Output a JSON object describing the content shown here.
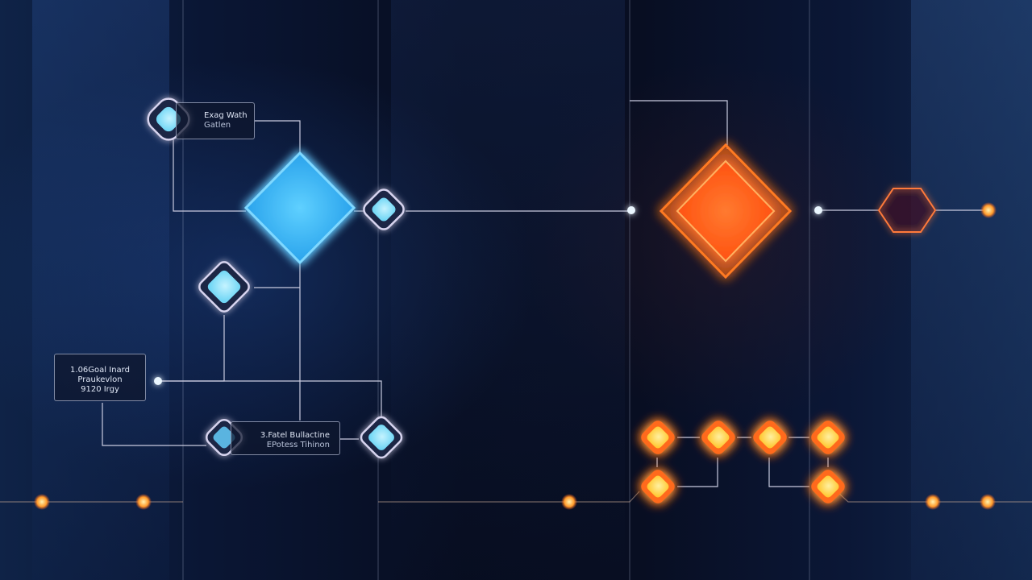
{
  "labels": {
    "top": {
      "line1": "Exag Wath",
      "line2": "Gatlen"
    },
    "left": {
      "line1": "1.06Goal Inard",
      "line2": "Praukevlon",
      "line3": "9120 Irgy"
    },
    "bottom": {
      "line1": "3.Fatel Bullactine",
      "line2": "EPotess Tihinon"
    }
  },
  "colors": {
    "background": "#0a1226",
    "blue_glow": "#38b6ff",
    "orange_glow": "#ff5a1a",
    "node_cyan": "#8fe6ff",
    "node_yellow": "#ffd24a",
    "line": "#c9cbe0"
  }
}
